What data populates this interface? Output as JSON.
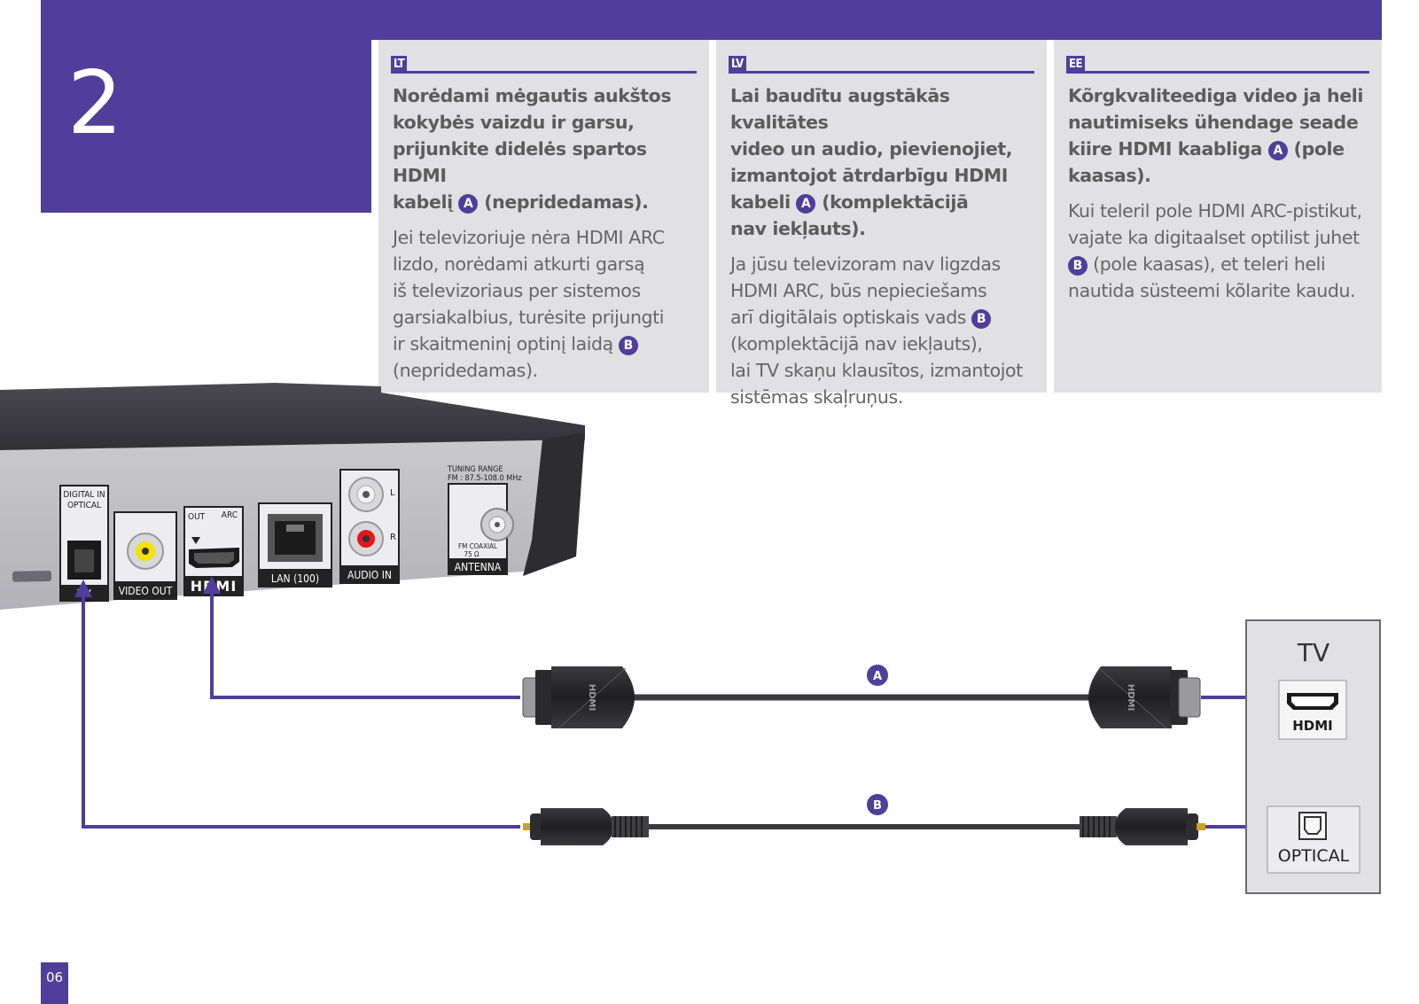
{
  "step_number": "2",
  "page_number": "06",
  "accent_color": "#4f3f9b",
  "columns": [
    {
      "lang": "LT",
      "lead": [
        "Norėdami mėgautis aukštos",
        "kokybės vaizdu ir garsu,",
        "prijunkite didelės spartos HDMI",
        "kabelį",
        "(nepridedamas)."
      ],
      "body": [
        "Jei televizoriuje nėra HDMI ARC",
        "lizdo, norėdami atkurti garsą",
        "iš televizoriaus per sistemos",
        "garsiakalbius, turėsite prijungti",
        "ir skaitmeninį optinį laidą",
        "(nepridedamas)."
      ]
    },
    {
      "lang": "LV",
      "lead": [
        "Lai baudītu augstākās kvalitātes",
        "video un audio, pievienojiet,",
        "izmantojot ātrdarbīgu HDMI",
        "kabeli",
        "(komplektācijā",
        "nav iekļauts)."
      ],
      "body": [
        "Ja jūsu televizoram nav ligzdas",
        "HDMI ARC, būs nepieciešams",
        "arī digitālais optiskais vads",
        "(komplektācijā nav iekļauts),",
        "lai TV skaņu klausītos, izmantojot",
        "sistēmas skaļruņus."
      ]
    },
    {
      "lang": "EE",
      "lead": [
        "Kõrgkvaliteediga video ja heli",
        "nautimiseks ühendage seade",
        "kiire HDMI kaabliga",
        "(pole",
        "kaasas)."
      ],
      "body": [
        "Kui teleril pole HDMI ARC-pistikut,",
        "vajate ka digitaalset optilist juhet",
        "(pole kaasas), et teleri heli",
        "nautida süsteemi kõlarite kaudu."
      ]
    }
  ],
  "badges": {
    "a": "A",
    "b": "B"
  },
  "device_rear": {
    "digital_in": "DIGITAL IN",
    "optical": "OPTICAL",
    "tv": "TV",
    "video_out": "VIDEO OUT",
    "out": "OUT",
    "arc": "ARC",
    "hdmi_logo": "HDMI",
    "lan": "LAN (100)",
    "audio_in": "AUDIO IN",
    "audio_l": "L",
    "audio_r": "R",
    "tuning_range": "TUNING RANGE",
    "tuning_freq": "FM : 87.5-108.0 MHz",
    "fm_coaxial": "FM COAXIAL",
    "ohms": "75 Ω",
    "antenna": "ANTENNA"
  },
  "tv_panel": {
    "title": "TV",
    "hdmi_logo": "HDMI",
    "optical_label": "OPTICAL"
  }
}
